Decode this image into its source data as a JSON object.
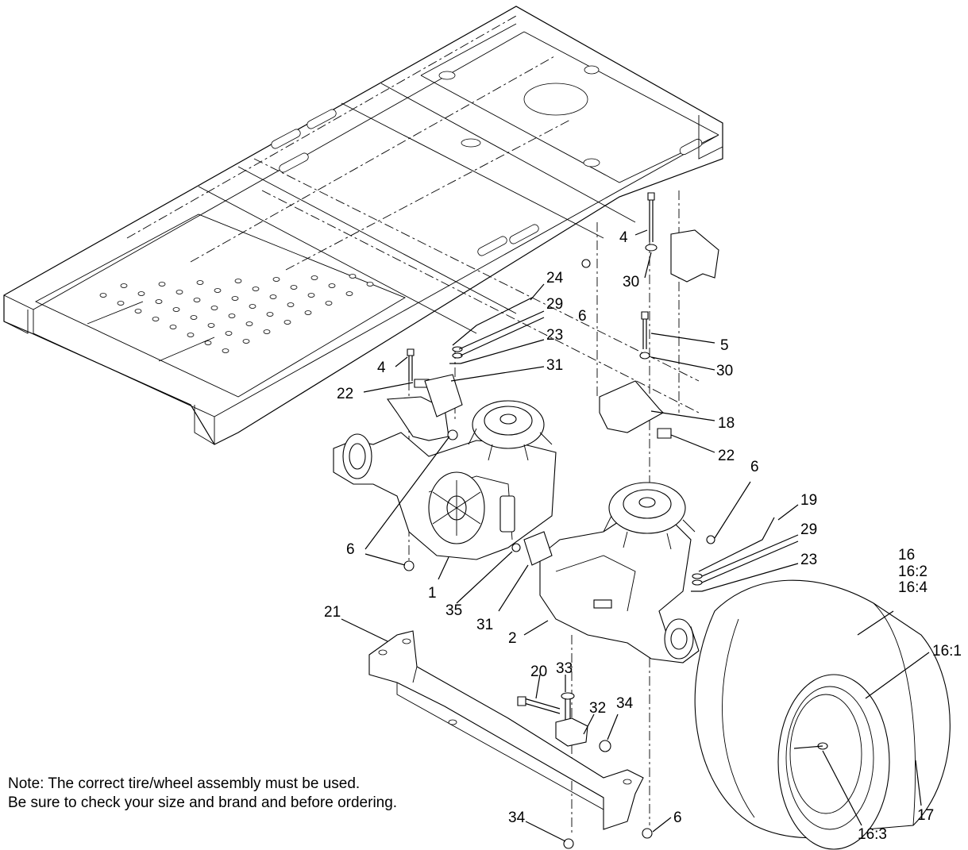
{
  "note": {
    "line1": "Note: The correct tire/wheel assembly must be used.",
    "line2": "Be sure to check your size and brand and before ordering."
  },
  "callouts": {
    "c24": "24",
    "c29a": "29",
    "c23a": "23",
    "c31a": "31",
    "c4a": "4",
    "c22a": "22",
    "c4b": "4",
    "c30a": "30",
    "c6a": "6",
    "c5": "5",
    "c30b": "30",
    "c18": "18",
    "c22b": "22",
    "c6b": "6",
    "c19": "19",
    "c29b": "29",
    "c23b": "23",
    "c16": "16",
    "c16_2": "16:2",
    "c16_4": "16:4",
    "c16_1": "16:1",
    "c16_3": "16:3",
    "c6c": "6",
    "c1": "1",
    "c35": "35",
    "c31b": "31",
    "c2": "2",
    "c21": "21",
    "c20": "20",
    "c33": "33",
    "c32": "32",
    "c34a": "34",
    "c34b": "34",
    "c6d": "6",
    "c17": "17"
  }
}
